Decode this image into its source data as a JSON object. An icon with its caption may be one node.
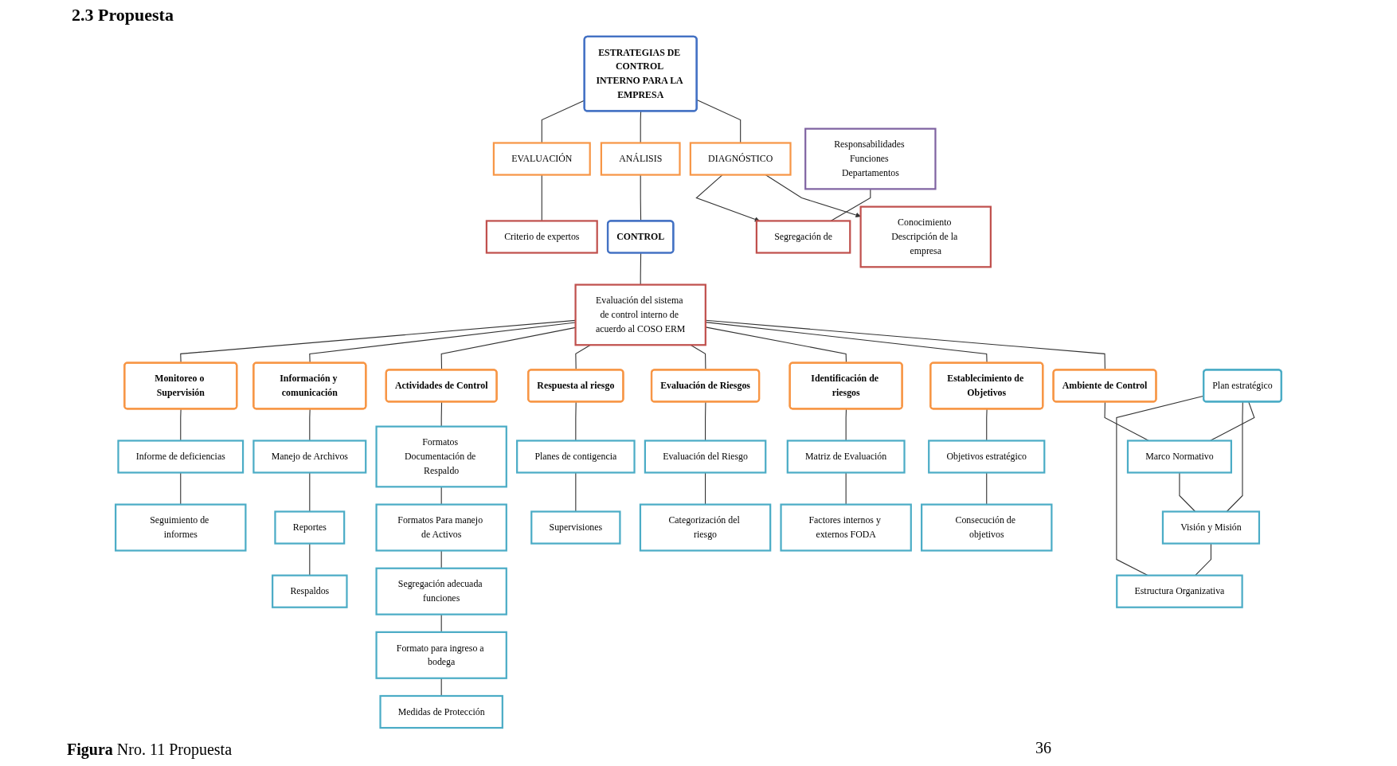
{
  "diagram": {
    "title": "2.3 Propuesta",
    "caption": "**Figura** Nro. 11 Propuesta",
    "nodes": [
      {
        "text": [
          "ESTRATEGIAS DE CONTROL INTERNO PARA LA EMPRESA"
        ]
      },
      {
        "text": [
          "DIAGNÓSTICO"
        ]
      },
      {
        "text": [
          "ANÁLISIS"
        ]
      },
      {
        "text": [
          "EVALUACIÓN"
        ]
      },
      {
        "text": [
          "Conocimiento Descripción de la empresa"
        ]
      },
      {
        "text": [
          "Segregación de"
        ]
      },
      {
        "text": [
          "Responsabilidades Funciones Departamentos"
        ]
      },
      {
        "text": [
          "CONTROL"
        ]
      },
      {
        "text": [
          "Criterio de expertos"
        ]
      },
      {
        "text": [
          "Evaluación del sistema de control interno de acuerdo al COSO ERM"
        ]
      },
      {
        "text": [
          "Ambiente de Control"
        ]
      },
      {
        "text": [
          "Establecimiento de Objetivos"
        ]
      },
      {
        "text": [
          "Identificación de riesgos"
        ]
      },
      {
        "text": [
          "Evaluación de Riesgos"
        ]
      },
      {
        "text": [
          "Respuesta al riesgo"
        ]
      },
      {
        "text": [
          "Actividades de Control"
        ]
      },
      {
        "text": [
          "Información y comunicación"
        ]
      },
      {
        "text": [
          "Monitoreo o Supervisión"
        ]
      },
      {
        "text": [
          "Plan estratégico"
        ]
      },
      {
        "text": [
          "Marco Normativo"
        ]
      },
      {
        "text": [
          "Visión y Misión"
        ]
      },
      {
        "text": [
          "Estructura Organizativa"
        ]
      },
      {
        "text": [
          "Objetivos estratégico"
        ]
      },
      {
        "text": [
          "Consecución de objetivos"
        ]
      },
      {
        "text": [
          "Matriz de Evaluación"
        ]
      },
      {
        "text": [
          "Factores internos y externos FODA"
        ]
      },
      {
        "text": [
          "Evaluación del Riesgo"
        ]
      },
      {
        "text": [
          "Categorización del riesgo"
        ]
      },
      {
        "text": [
          "Planes de contigencia"
        ]
      },
      {
        "text": [
          "Supervisiones"
        ]
      },
      {
        "text": [
          "Formatos Documentación de Respaldo"
        ]
      },
      {
        "text": [
          "Formatos Para manejo de Activos"
        ]
      },
      {
        "text": [
          "Segregación adecuada funciones"
        ]
      },
      {
        "text": [
          "Formato para ingreso a bodega"
        ]
      },
      {
        "text": [
          "Medidas de Protección"
        ]
      },
      {
        "text": [
          "Manejo de Archivos"
        ]
      },
      {
        "text": [
          "Reportes"
        ]
      },
      {
        "text": [
          "Respaldos"
        ]
      },
      {
        "text": [
          "Informe de deficiencias"
        ]
      },
      {
        "text": [
          "Seguimiento de informes"
        ]
      }
    ],
    "edges": [
      {
        "from": 0,
        "to": 1,
        "arrow": "none"
      },
      {
        "from": 0,
        "to": 2,
        "arrow": "none"
      },
      {
        "from": 0,
        "to": 3,
        "arrow": "none"
      },
      {
        "from": 1,
        "to": 4,
        "arrow": "to"
      },
      {
        "from": 1,
        "to": 5,
        "arrow": "to"
      },
      {
        "from": 6,
        "to": 5,
        "arrow": "none"
      },
      {
        "from": 2,
        "to": 7,
        "arrow": "none"
      },
      {
        "from": 3,
        "to": 8,
        "arrow": "none"
      },
      {
        "from": 7,
        "to": 9,
        "arrow": "none"
      },
      {
        "from": 9,
        "to": 10,
        "arrow": "none"
      },
      {
        "from": 9,
        "to": 11,
        "arrow": "none"
      },
      {
        "from": 9,
        "to": 12,
        "arrow": "none"
      },
      {
        "from": 9,
        "to": 13,
        "arrow": "none"
      },
      {
        "from": 9,
        "to": 14,
        "arrow": "none"
      },
      {
        "from": 9,
        "to": 15,
        "arrow": "none"
      },
      {
        "from": 9,
        "to": 16,
        "arrow": "none"
      },
      {
        "from": 9,
        "to": 17,
        "arrow": "none"
      },
      {
        "from": 10,
        "to": 19,
        "arrow": "none"
      },
      {
        "from": 19,
        "to": 20,
        "arrow": "none"
      },
      {
        "from": 20,
        "to": 21,
        "arrow": "none"
      },
      {
        "from": 18,
        "to": 19,
        "arrow": "none"
      },
      {
        "from": 18,
        "to": 20,
        "arrow": "none"
      },
      {
        "from": 18,
        "to": 21,
        "arrow": "none"
      },
      {
        "from": 11,
        "to": 22,
        "arrow": "none"
      },
      {
        "from": 22,
        "to": 23,
        "arrow": "none"
      },
      {
        "from": 12,
        "to": 24,
        "arrow": "none"
      },
      {
        "from": 24,
        "to": 25,
        "arrow": "none"
      },
      {
        "from": 13,
        "to": 26,
        "arrow": "none"
      },
      {
        "from": 26,
        "to": 27,
        "arrow": "none"
      },
      {
        "from": 14,
        "to": 28,
        "arrow": "none"
      },
      {
        "from": 28,
        "to": 29,
        "arrow": "none"
      },
      {
        "from": 15,
        "to": 30,
        "arrow": "none"
      },
      {
        "from": 30,
        "to": 31,
        "arrow": "none"
      },
      {
        "from": 31,
        "to": 32,
        "arrow": "none"
      },
      {
        "from": 32,
        "to": 33,
        "arrow": "none"
      },
      {
        "from": 33,
        "to": 34,
        "arrow": "none"
      },
      {
        "from": 16,
        "to": 35,
        "arrow": "none"
      },
      {
        "from": 35,
        "to": 36,
        "arrow": "none"
      },
      {
        "from": 36,
        "to": 37,
        "arrow": "none"
      },
      {
        "from": 17,
        "to": 38,
        "arrow": "none"
      },
      {
        "from": 38,
        "to": 39,
        "arrow": "none"
      }
    ],
    "labels": [
      "36"
    ]
  }
}
